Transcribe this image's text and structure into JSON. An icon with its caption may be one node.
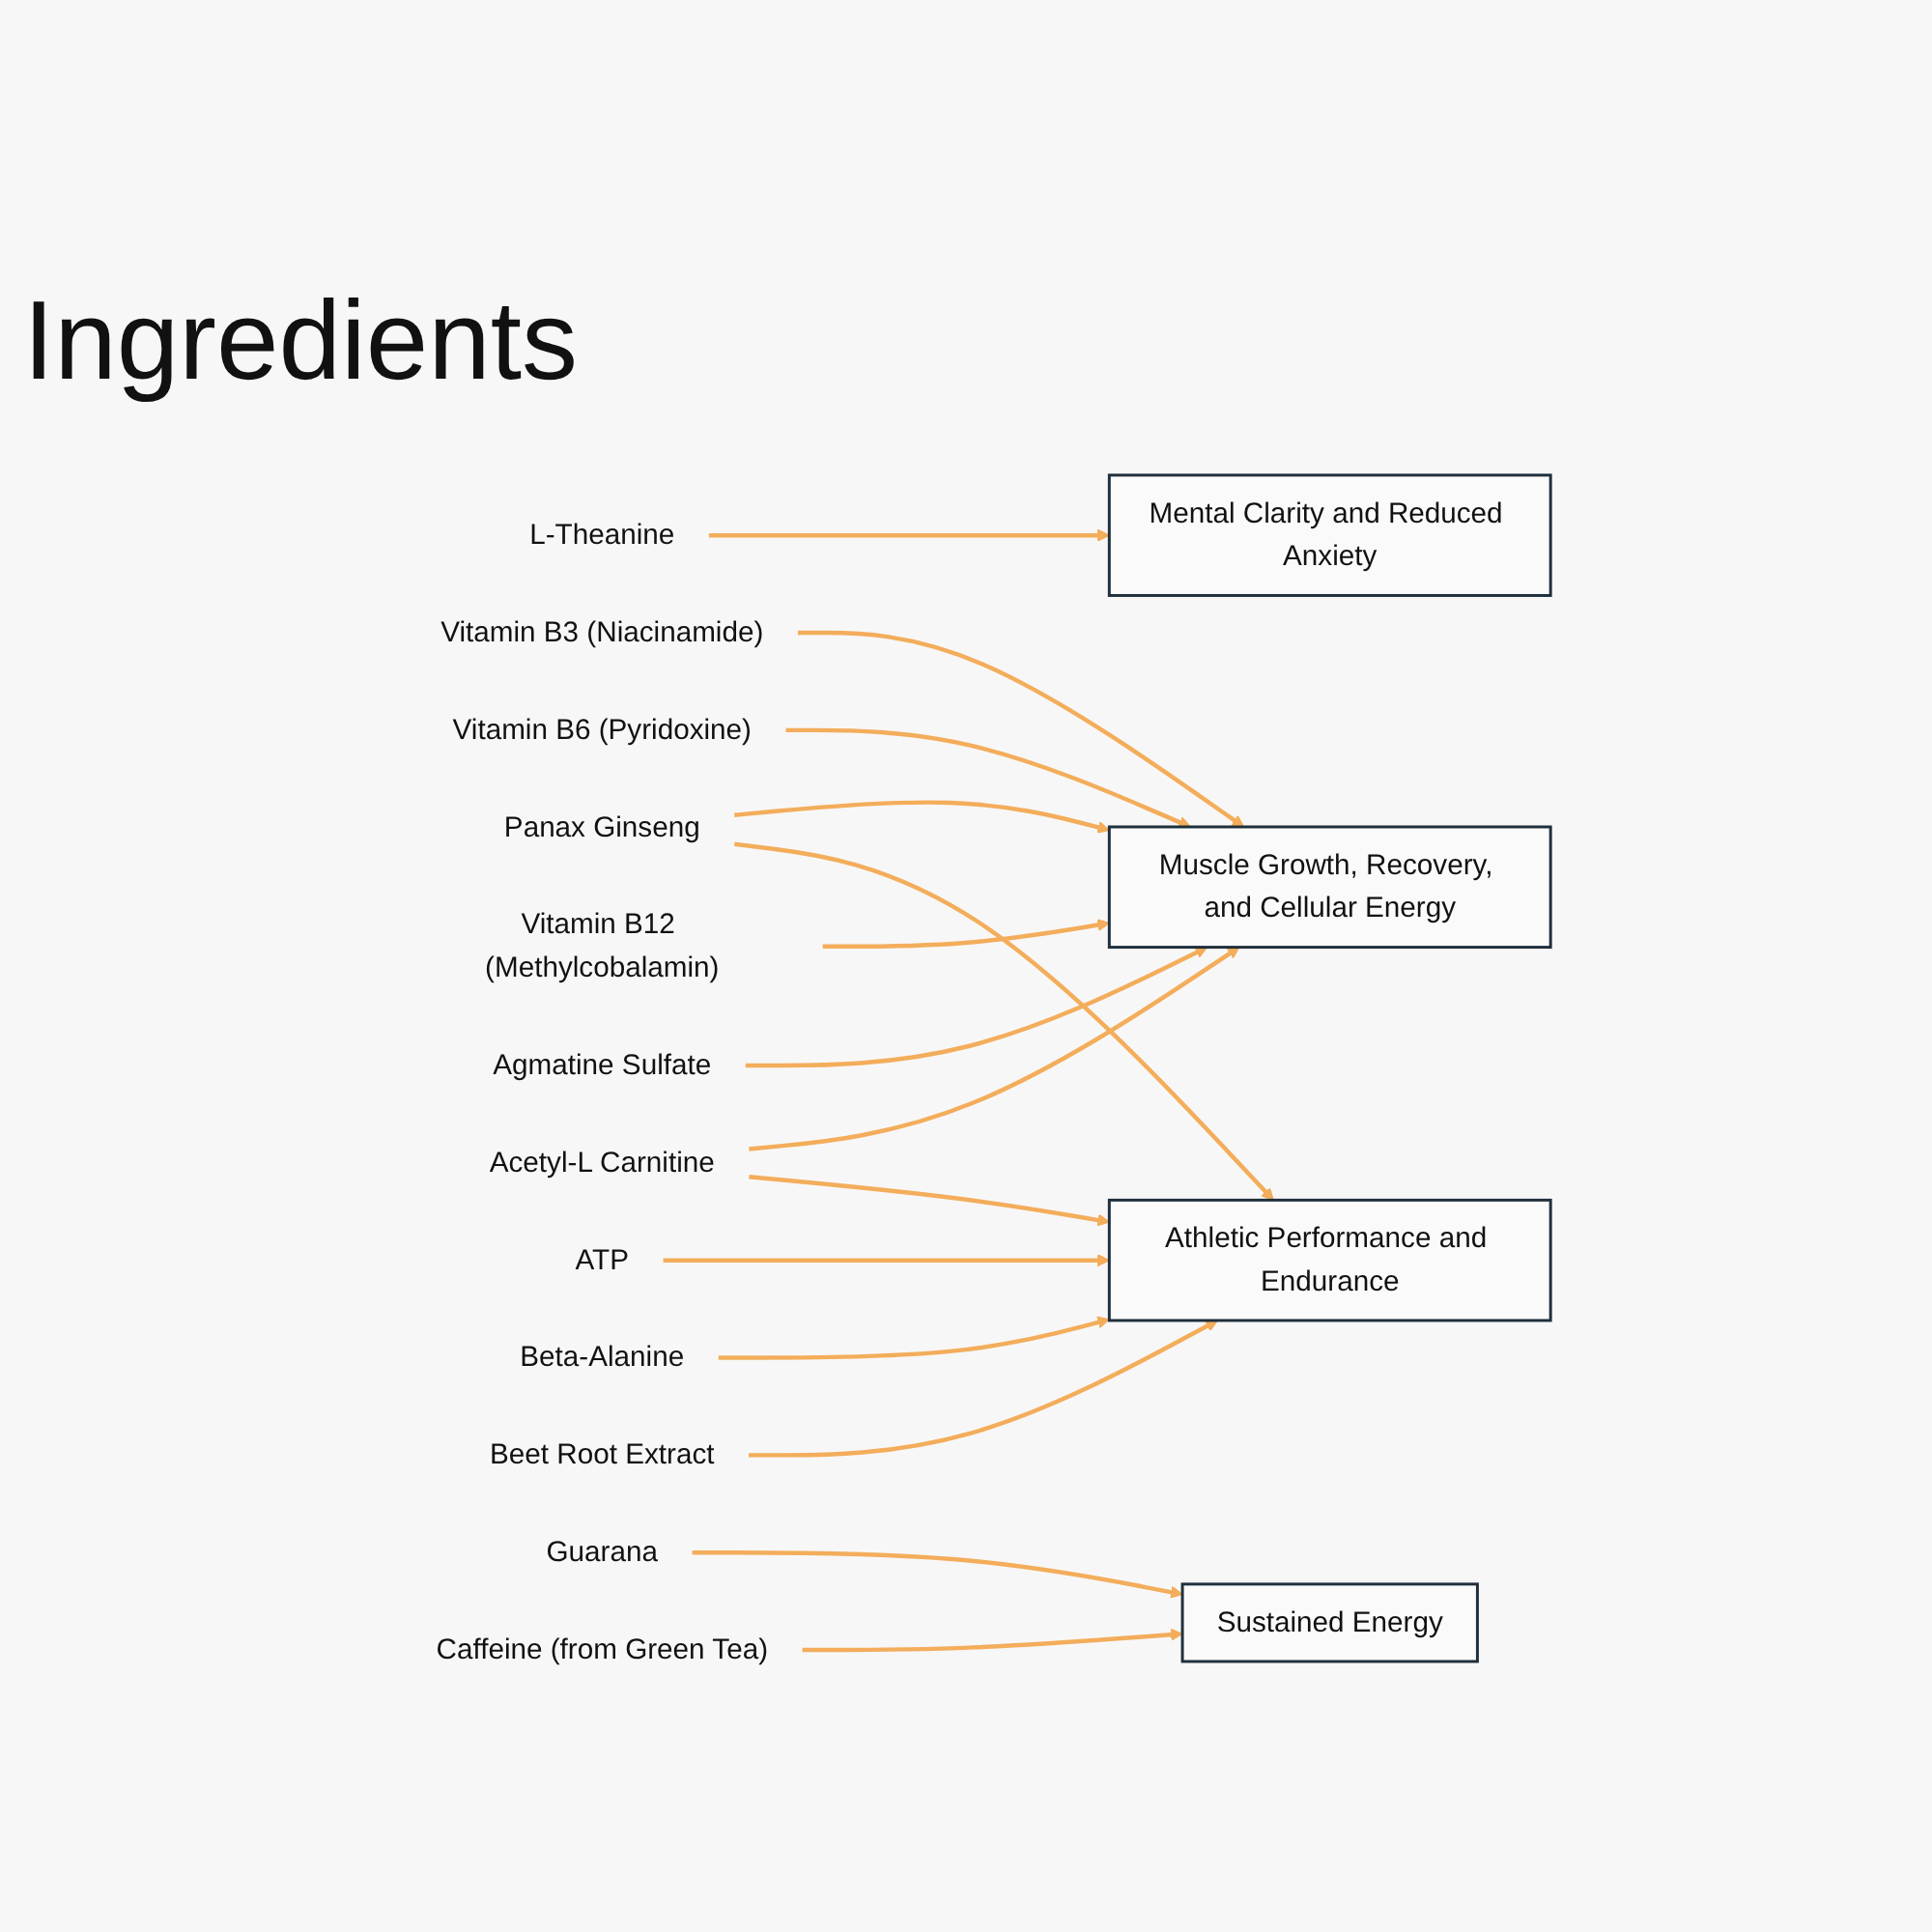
{
  "diagram": {
    "title": "Ingredients",
    "nodes": [
      {
        "text": [
          "L-Theanine"
        ]
      },
      {
        "text": [
          "Panax Ginseng"
        ]
      },
      {
        "text": [
          "Vitamin B3 (Niacinamide)"
        ]
      },
      {
        "text": [
          "Vitamin B6 (Pyridoxine)"
        ]
      },
      {
        "text": [
          "Vitamin B12 (Methylcobalamin)"
        ]
      },
      {
        "text": [
          "ATP"
        ]
      },
      {
        "text": [
          "Acetyl-L Carnitine"
        ]
      },
      {
        "text": [
          "Beta-Alanine"
        ]
      },
      {
        "text": [
          "Beet Root Extract"
        ]
      },
      {
        "text": [
          "Agmatine Sulfate"
        ]
      },
      {
        "text": [
          "Guarana"
        ]
      },
      {
        "text": [
          "Caffeine (from Green Tea)"
        ]
      },
      {
        "text": [
          "Mental Clarity and Reduced Anxiety"
        ]
      },
      {
        "text": [
          "Muscle Growth, Recovery, and Cellular Energy"
        ]
      },
      {
        "text": [
          "Athletic Performance and Endurance"
        ]
      },
      {
        "text": [
          "Sustained Energy"
        ]
      }
    ],
    "edges": [
      {
        "from": 0,
        "to": 12,
        "arrow": "to"
      },
      {
        "from": 1,
        "to": 13,
        "arrow": "to"
      },
      {
        "from": 1,
        "to": 14,
        "arrow": "to"
      },
      {
        "from": 2,
        "to": 13,
        "arrow": "to"
      },
      {
        "from": 3,
        "to": 13,
        "arrow": "to"
      },
      {
        "from": 4,
        "to": 13,
        "arrow": "to"
      },
      {
        "from": 5,
        "to": 14,
        "arrow": "to"
      },
      {
        "from": 6,
        "to": 13,
        "arrow": "to"
      },
      {
        "from": 6,
        "to": 14,
        "arrow": "to"
      },
      {
        "from": 7,
        "to": 14,
        "arrow": "to"
      },
      {
        "from": 8,
        "to": 14,
        "arrow": "to"
      },
      {
        "from": 9,
        "to": 13,
        "arrow": "to"
      },
      {
        "from": 10,
        "to": 15,
        "arrow": "to"
      },
      {
        "from": 11,
        "to": 15,
        "arrow": "to"
      }
    ]
  }
}
